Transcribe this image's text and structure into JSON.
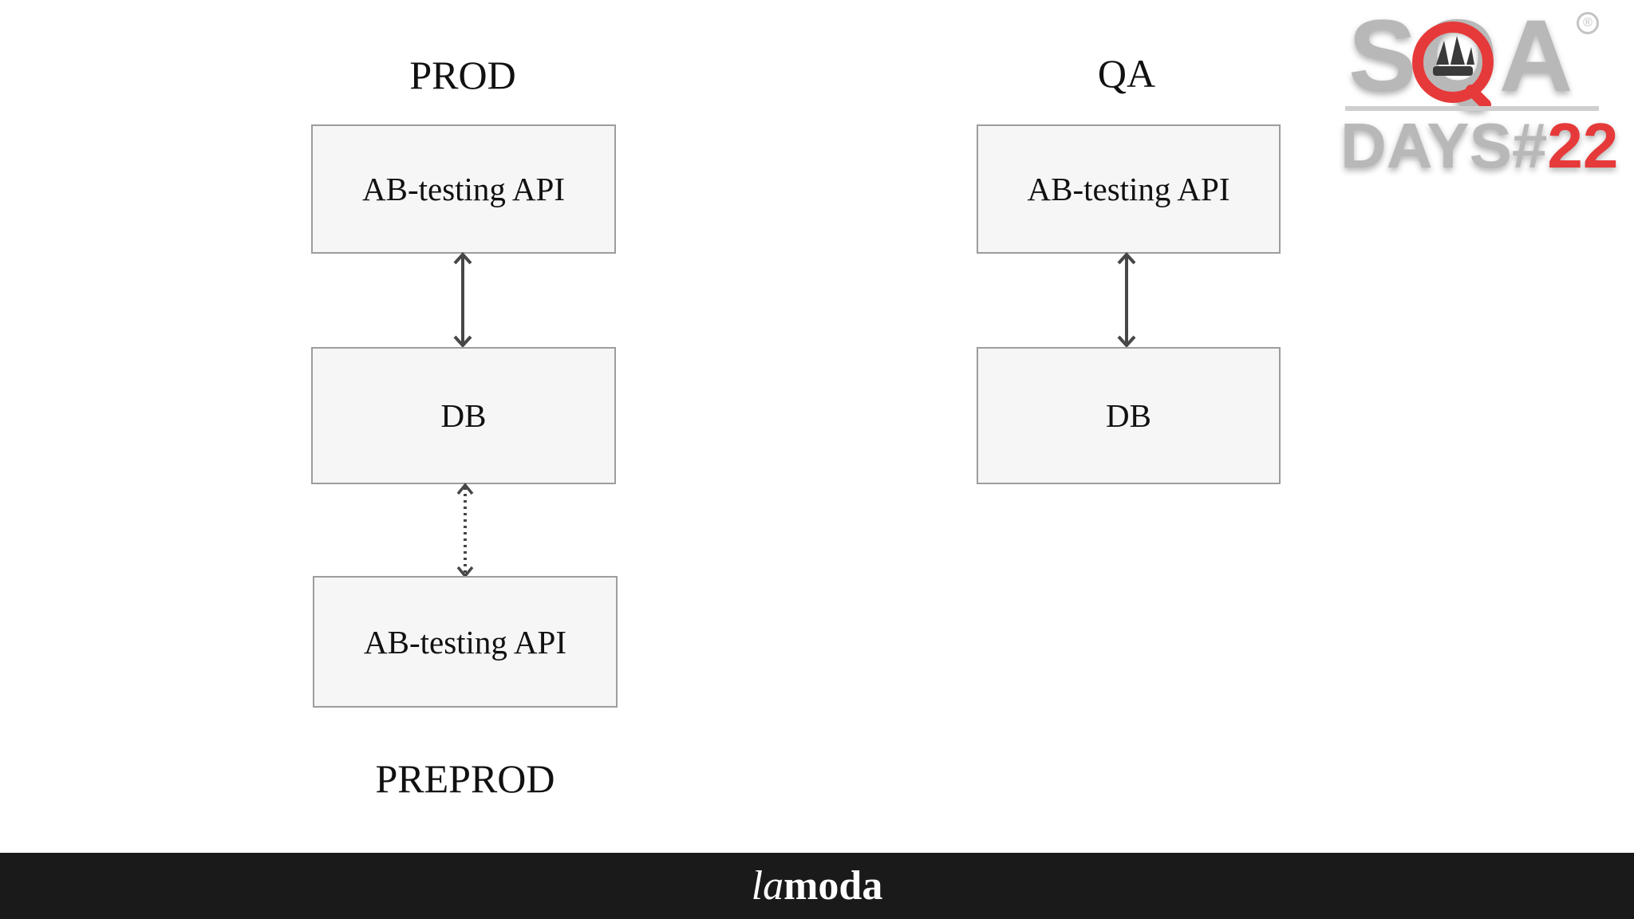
{
  "environments": {
    "prod": {
      "title": "PROD",
      "api_box": "AB-testing API",
      "db_box": "DB"
    },
    "qa": {
      "title": "QA",
      "api_box": "AB-testing API",
      "db_box": "DB"
    },
    "preprod": {
      "title": "PREPROD",
      "api_box": "AB-testing API"
    }
  },
  "connections": [
    {
      "from": "PROD AB-testing API",
      "to": "PROD DB",
      "style": "solid",
      "direction": "bidirectional"
    },
    {
      "from": "QA AB-testing API",
      "to": "QA DB",
      "style": "solid",
      "direction": "bidirectional"
    },
    {
      "from": "PROD DB",
      "to": "PREPROD AB-testing API",
      "style": "dotted",
      "direction": "bidirectional"
    }
  ],
  "logo": {
    "top": "SQA",
    "bottom_prefix": "DAYS#",
    "bottom_number": "22",
    "registered": "®",
    "accent_color": "#e63a3a"
  },
  "footer": {
    "brand_italic": "la",
    "brand_bold": "moda",
    "background": "#1b1a1a"
  }
}
